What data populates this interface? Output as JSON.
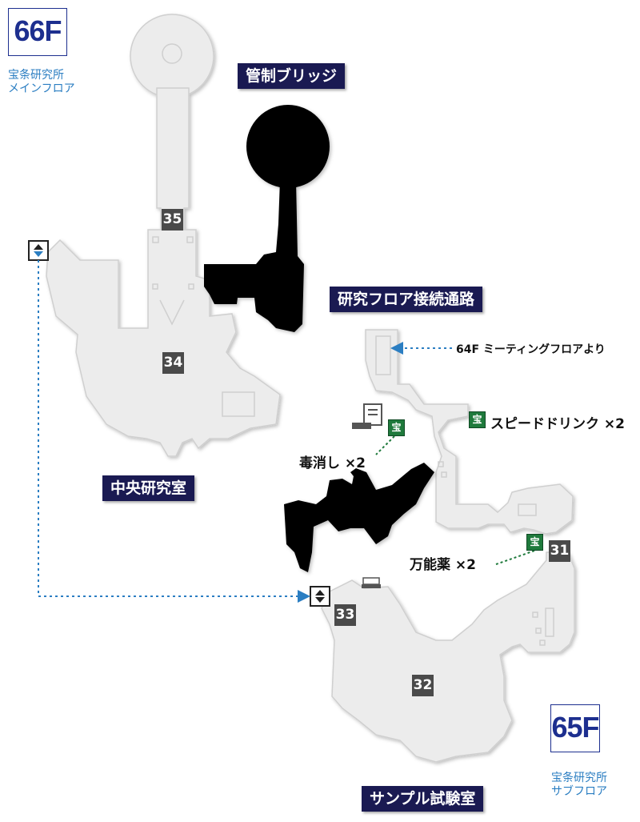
{
  "floors": {
    "top": {
      "label": "66F",
      "sub1": "宝条研究所",
      "sub2": "メインフロア"
    },
    "bottom": {
      "label": "65F",
      "sub1": "宝条研究所",
      "sub2": "サブフロア"
    }
  },
  "areas": {
    "bridge": "管制ブリッジ",
    "corridor": "研究フロア接続通路",
    "central_lab": "中央研究室",
    "sample_lab": "サンプル試験室"
  },
  "notes": {
    "from_64f": "64F ミーティングフロアより",
    "speed_drink": "スピードドリンク ×2",
    "antidote": "毒消し ×2",
    "panacea": "万能薬 ×2"
  },
  "chest_label": "宝",
  "points": [
    "31",
    "32",
    "33",
    "34",
    "35"
  ],
  "colors": {
    "floor": "#ececec",
    "floor_edge": "#cfcfcf",
    "unexplored": "#000000",
    "title_bg": "#1a1a52",
    "floor_label": "#1d2f8f",
    "path_line": "#2b7ec2",
    "chest": "#1f7a3c"
  },
  "icons": [
    "elevator-icon",
    "computer-terminal-icon",
    "treasure-chest-icon",
    "arrow-icon"
  ]
}
